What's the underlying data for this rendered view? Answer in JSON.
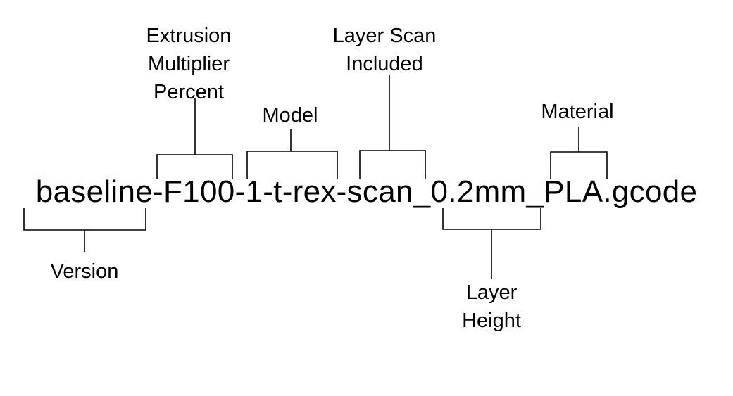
{
  "filename": "baseline-F100-1-t-rex-scan_0.2mm_PLA.gcode",
  "labels": {
    "extrusion": [
      "Extrusion",
      "Multiplier",
      "Percent"
    ],
    "model": "Model",
    "layer_scan": [
      "Layer Scan",
      "Included"
    ],
    "material": "Material",
    "version": "Version",
    "layer_height": [
      "Layer",
      "Height"
    ]
  },
  "colors": {
    "background": "#ffffff",
    "text": "#000000",
    "lines": "#000000"
  }
}
